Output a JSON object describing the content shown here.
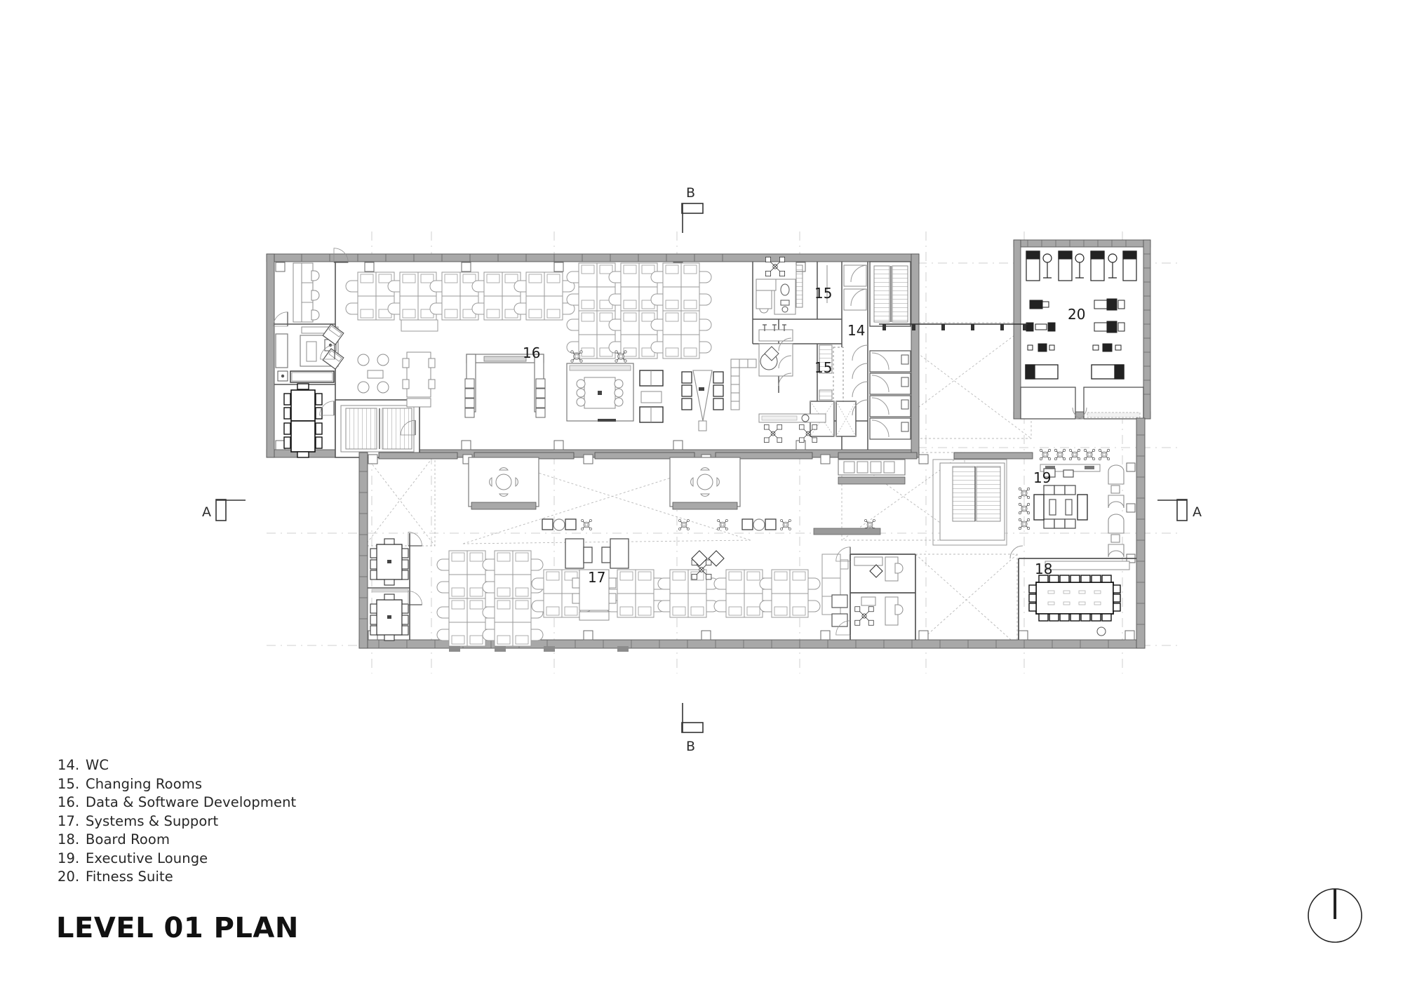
{
  "sheet": {
    "title": "LEVEL 01 PLAN",
    "north_symbol": "north-arrow"
  },
  "legend": {
    "items": [
      {
        "num": "14.",
        "label": "WC"
      },
      {
        "num": "15.",
        "label": "Changing Rooms"
      },
      {
        "num": "16.",
        "label": "Data & Software Development"
      },
      {
        "num": "17.",
        "label": "Systems & Support"
      },
      {
        "num": "18.",
        "label": "Board Room"
      },
      {
        "num": "19.",
        "label": "Executive Lounge"
      },
      {
        "num": "20.",
        "label": "Fitness Suite"
      }
    ]
  },
  "section_markers": [
    {
      "id": "b-top",
      "letter": "B"
    },
    {
      "id": "b-bottom",
      "letter": "B"
    },
    {
      "id": "a-left",
      "letter": "A"
    },
    {
      "id": "a-right",
      "letter": "A"
    }
  ],
  "room_tags": [
    {
      "num": "16",
      "name": "Data & Software Development"
    },
    {
      "num": "15",
      "name": "Changing Rooms (upper)"
    },
    {
      "num": "15",
      "name": "Changing Rooms (lower)"
    },
    {
      "num": "14",
      "name": "WC"
    },
    {
      "num": "20",
      "name": "Fitness Suite"
    },
    {
      "num": "19",
      "name": "Executive Lounge"
    },
    {
      "num": "17",
      "name": "Systems & Support"
    },
    {
      "num": "18",
      "name": "Board Room"
    }
  ],
  "colors": {
    "background": "#ffffff",
    "wall_fill": "#a8a8a8",
    "wall_stroke": "#555555",
    "thin_line": "#8c8c8c",
    "furniture": "#9a9a9a",
    "furniture_dark": "#222222",
    "grid_line": "#c9c9c9",
    "void_hatch": "#b4b4b4",
    "text": "#1a1a1a"
  }
}
